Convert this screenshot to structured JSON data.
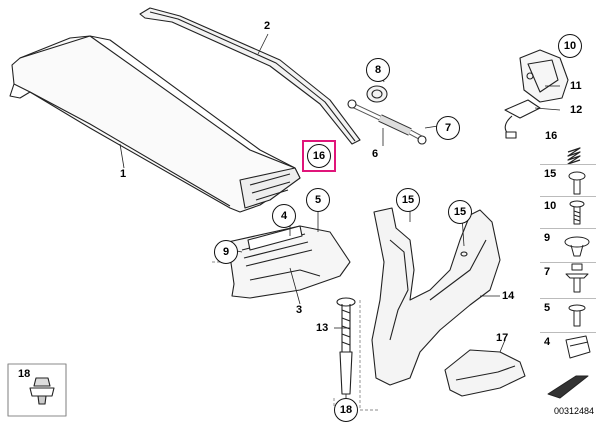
{
  "diagram": {
    "callouts": [
      {
        "id": "c1",
        "text": "1"
      },
      {
        "id": "c2",
        "text": "2"
      },
      {
        "id": "c3",
        "text": "3"
      },
      {
        "id": "c4",
        "text": "4"
      },
      {
        "id": "c5",
        "text": "5"
      },
      {
        "id": "c6",
        "text": "6"
      },
      {
        "id": "c7",
        "text": "7"
      },
      {
        "id": "c8",
        "text": "8"
      },
      {
        "id": "c9",
        "text": "9"
      },
      {
        "id": "c10",
        "text": "10"
      },
      {
        "id": "c11",
        "text": "11"
      },
      {
        "id": "c12",
        "text": "12"
      },
      {
        "id": "c13",
        "text": "13"
      },
      {
        "id": "c14",
        "text": "14"
      },
      {
        "id": "c15a",
        "text": "15"
      },
      {
        "id": "c15b",
        "text": "15"
      },
      {
        "id": "c16",
        "text": "16"
      },
      {
        "id": "c16b",
        "text": "16"
      },
      {
        "id": "c17",
        "text": "17"
      },
      {
        "id": "c18a",
        "text": "18"
      },
      {
        "id": "c18b",
        "text": "18"
      }
    ],
    "side_panel": [
      "15",
      "10",
      "9",
      "7",
      "5",
      "4"
    ],
    "catalog_code": "00312484",
    "highlight_color": "#e0157a"
  }
}
